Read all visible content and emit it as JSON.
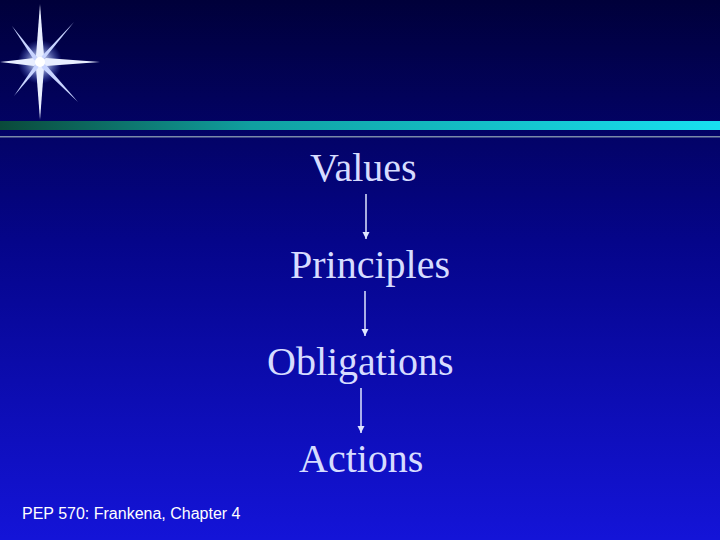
{
  "diagram": {
    "nodes": [
      {
        "text": [
          "Values"
        ]
      },
      {
        "text": [
          "Principles"
        ]
      },
      {
        "text": [
          "Obligations"
        ]
      },
      {
        "text": [
          "Actions"
        ]
      }
    ],
    "edges": [
      {
        "from": 0,
        "to": 1,
        "arrow": "to"
      },
      {
        "from": 1,
        "to": 2,
        "arrow": "to"
      },
      {
        "from": 2,
        "to": 3,
        "arrow": "to"
      }
    ],
    "labels": [
      "PEP 570: Frankena, Chapter 4"
    ]
  }
}
